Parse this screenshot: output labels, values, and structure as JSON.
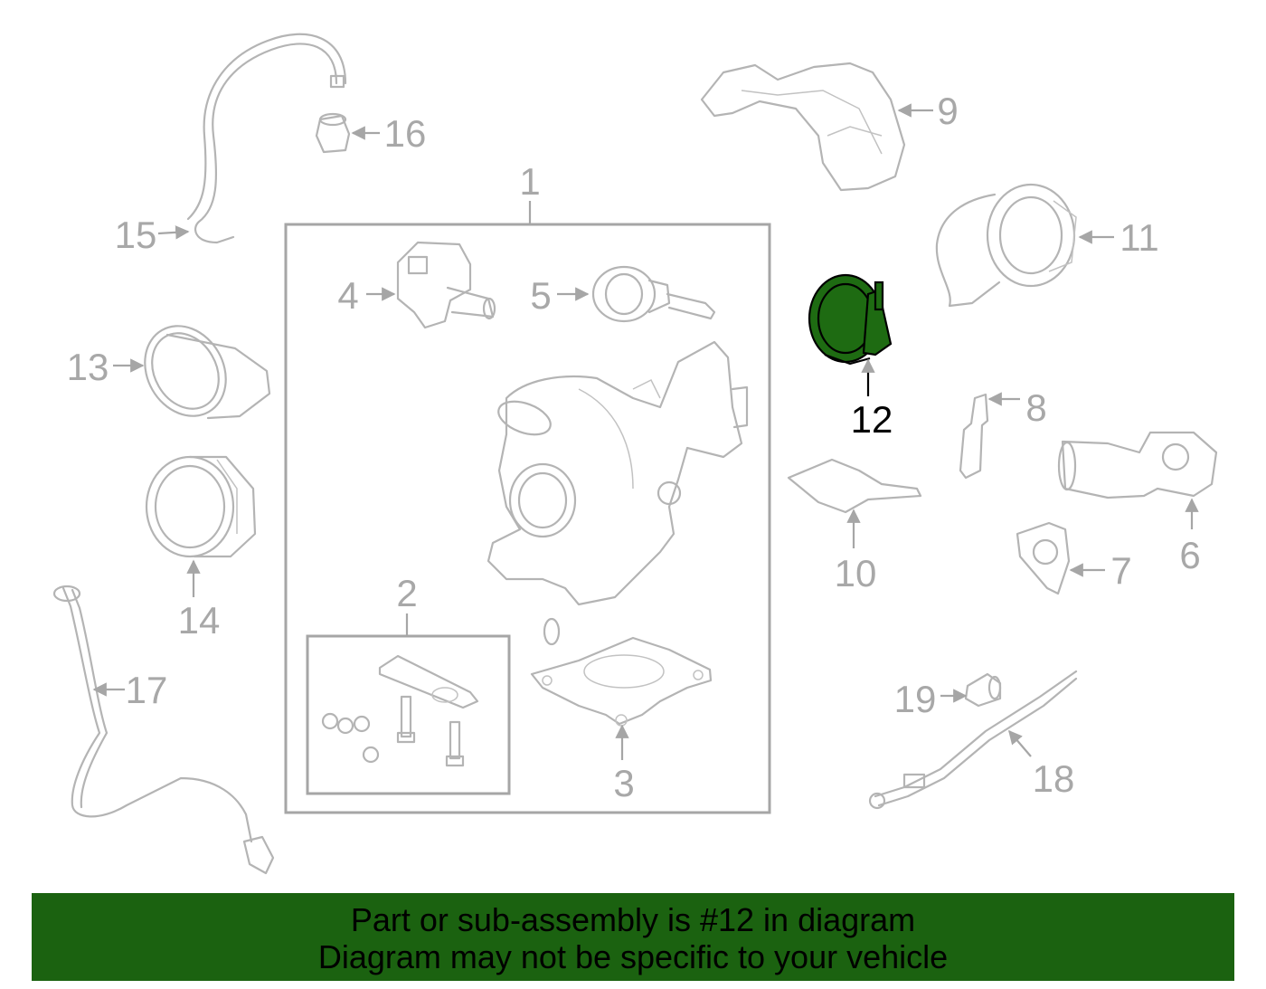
{
  "diagram": {
    "callouts": {
      "c1": "1",
      "c2": "2",
      "c3": "3",
      "c4": "4",
      "c5": "5",
      "c6": "6",
      "c7": "7",
      "c8": "8",
      "c9": "9",
      "c10": "10",
      "c11": "11",
      "c12": "12",
      "c13": "13",
      "c14": "14",
      "c15": "15",
      "c16": "16",
      "c17": "17",
      "c18": "18",
      "c19": "19"
    },
    "highlighted_part": "12",
    "colors": {
      "highlight": "#1e6b12",
      "banner": "#1b6210",
      "line_art": "#b4b4b4"
    }
  },
  "banner": {
    "line1": "Part or sub-assembly is #12 in diagram",
    "line2": "Diagram may not be specific to your vehicle"
  }
}
